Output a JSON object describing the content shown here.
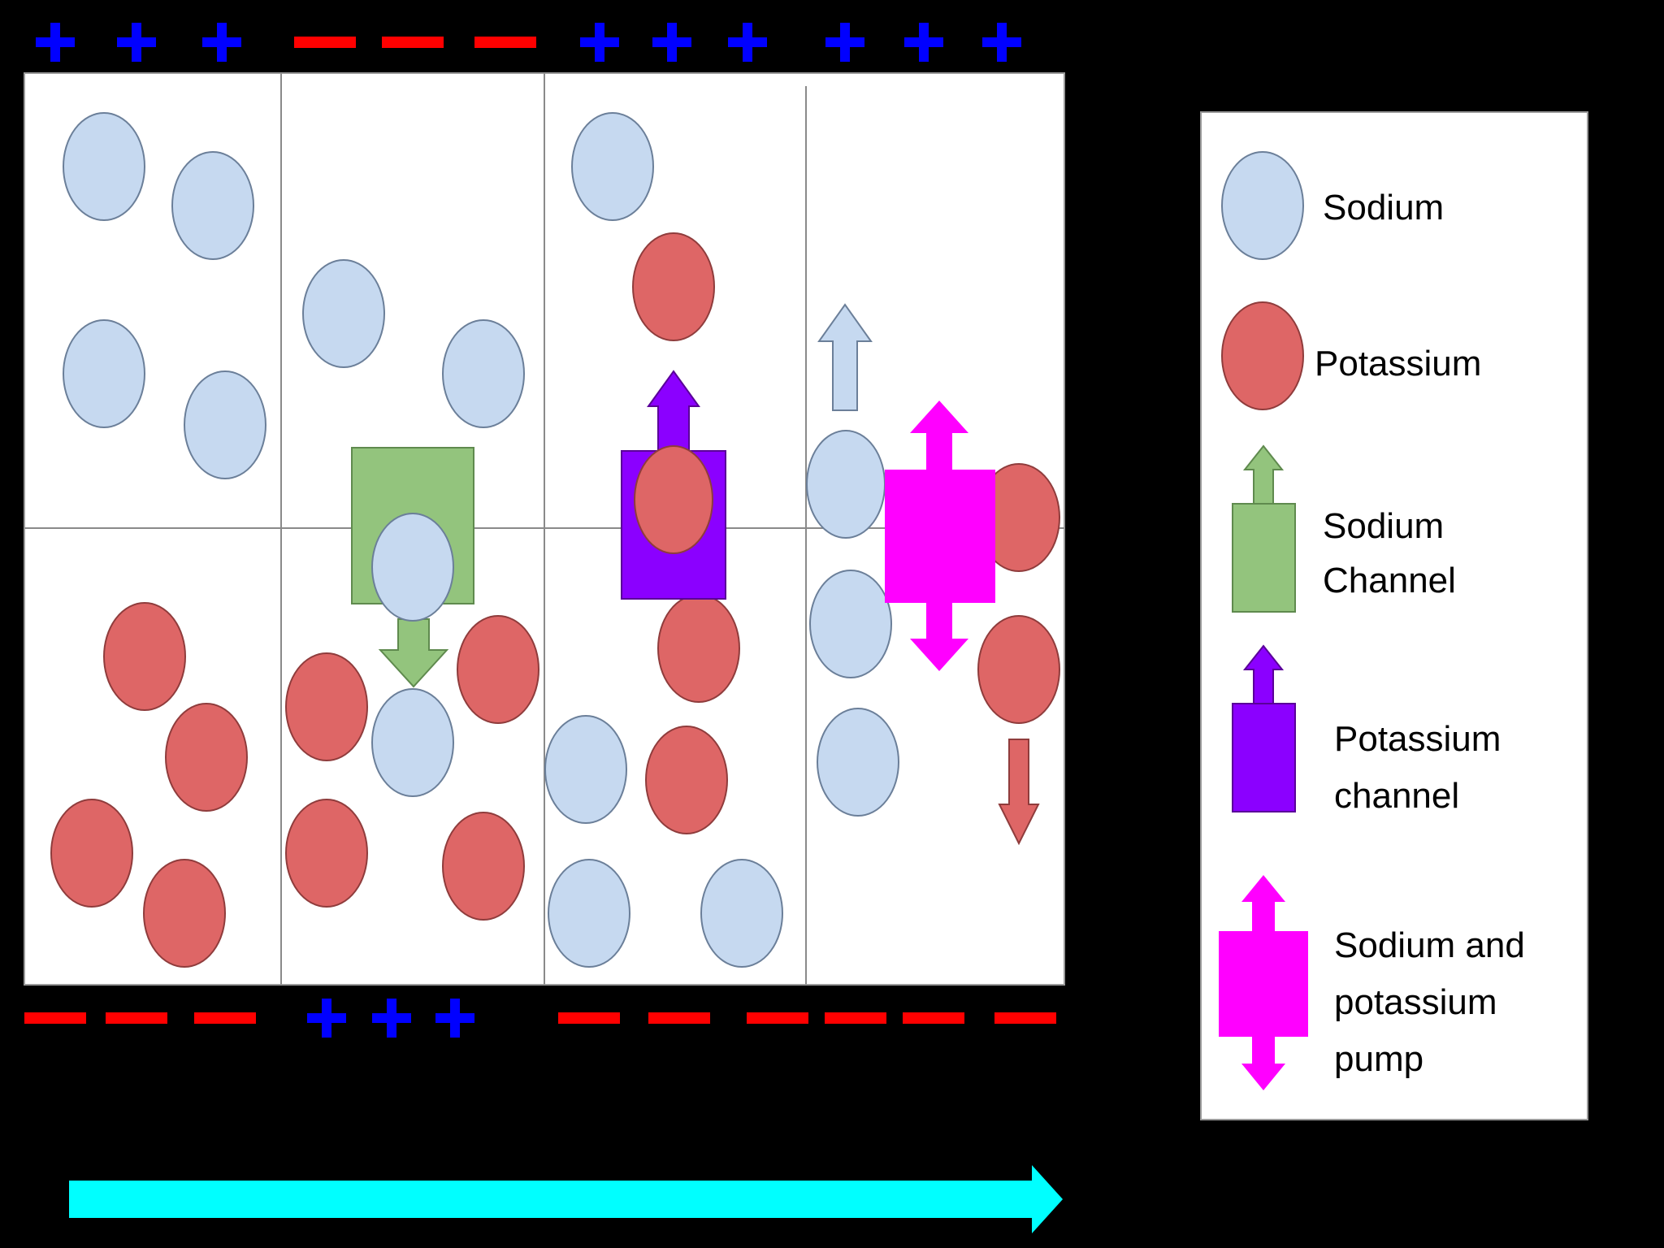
{
  "colors": {
    "background": "#000000",
    "panel": "#ffffff",
    "sodium": "#c6d9f0",
    "potassium": "#de6666",
    "sodium_channel": "#93c47d",
    "potassium_channel": "#8b00ff",
    "pump": "#ff00ff",
    "positive_charge": "#0000ff",
    "negative_charge": "#ff0000",
    "propagation_arrow": "#00ffff",
    "outline": "#6b7f99"
  },
  "charges": {
    "top": [
      "+",
      "+",
      "+",
      "-",
      "-",
      "-",
      "+",
      "+",
      "+",
      "+",
      "+",
      "+"
    ],
    "bottom": [
      "-",
      "-",
      "-",
      "+",
      "+",
      "+",
      "-",
      "-",
      "-",
      "-",
      "-",
      "-"
    ]
  },
  "legend": {
    "sodium": "Sodium",
    "potassium": "Potassium",
    "sodium_channel_line1": "Sodium",
    "sodium_channel_line2": "Channel",
    "potassium_channel_line1": "Potassium",
    "potassium_channel_line2": "channel",
    "pump_line1": "Sodium and",
    "pump_line2": "potassium",
    "pump_line3": "pump"
  },
  "icons": {
    "sodium_ion": "circle",
    "potassium_ion": "circle",
    "sodium_channel": "green-square-with-arrow",
    "potassium_channel": "purple-rectangle-with-arrow",
    "pump": "magenta-square-with-double-arrow",
    "propagation": "right-arrow"
  }
}
